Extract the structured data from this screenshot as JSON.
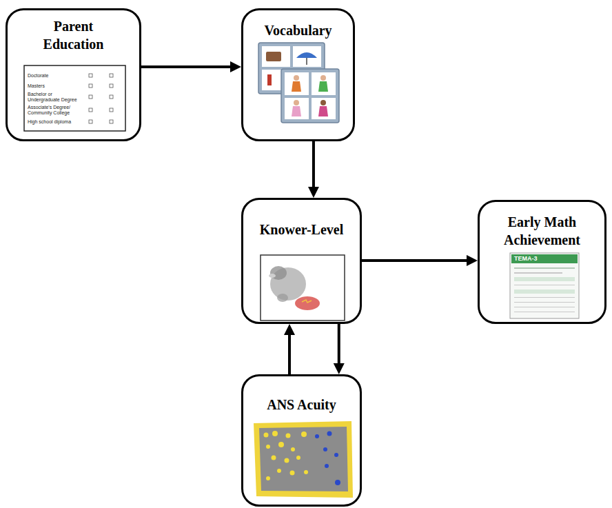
{
  "diagram": {
    "nodes": [
      {
        "text": [
          "Parent Education"
        ]
      },
      {
        "text": [
          "Vocabulary"
        ]
      },
      {
        "text": [
          "Knower-Level"
        ]
      },
      {
        "text": [
          "Early Math Achievement"
        ]
      },
      {
        "text": [
          "ANS Acuity"
        ]
      }
    ],
    "edges": [
      {
        "from": 0,
        "to": 1,
        "arrow": "to"
      },
      {
        "from": 1,
        "to": 2,
        "arrow": "to"
      },
      {
        "from": 2,
        "to": 3,
        "arrow": "to"
      },
      {
        "from": 2,
        "to": 4,
        "arrow": "to"
      },
      {
        "from": 4,
        "to": 2,
        "arrow": "to"
      }
    ],
    "labels": [
      "Doctorate",
      "Masters",
      "Bachelor or Undergraduate Degree",
      "Associate's Degree/ Community College",
      "High school diploma",
      "TEMA-3"
    ]
  }
}
